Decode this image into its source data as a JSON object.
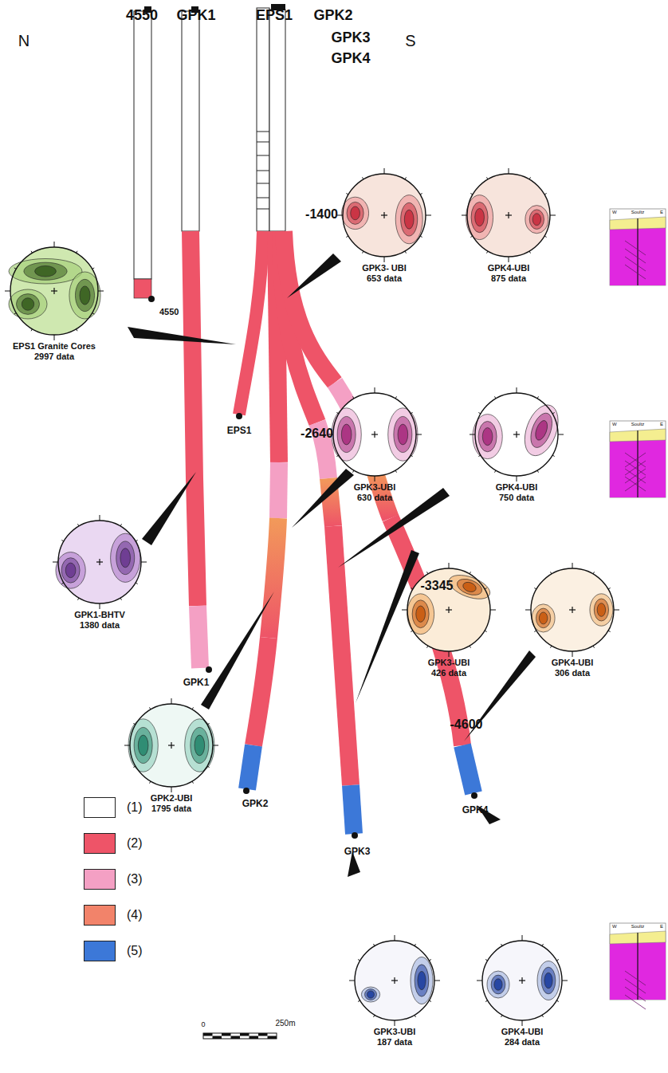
{
  "diagram": {
    "nodes": [
      {
        "text": [
          "EPS1 Granite Cores",
          "2997 data"
        ]
      },
      {
        "text": [
          "GPK3- UBI",
          "653 data"
        ]
      },
      {
        "text": [
          "GPK4-UBI",
          "875 data"
        ]
      },
      {
        "text": [
          "GPK3-UBI",
          "630 data"
        ]
      },
      {
        "text": [
          "GPK4-UBI",
          "750 data"
        ]
      },
      {
        "text": [
          "GPK1-BHTV",
          "1380 data"
        ]
      },
      {
        "text": [
          "GPK3-UBI",
          "426 data"
        ]
      },
      {
        "text": [
          "GPK4-UBI",
          "306 data"
        ]
      },
      {
        "text": [
          "GPK2-UBI",
          "1795 data"
        ]
      },
      {
        "text": [
          "GPK3-UBI",
          "187 data"
        ]
      },
      {
        "text": [
          "GPK4-UBI",
          "284 data"
        ]
      }
    ],
    "labels": [
      "4550",
      "GPK1",
      "EPS1",
      "GPK2",
      "GPK3",
      "GPK4",
      "N",
      "S",
      "-1400",
      "-2640",
      "-3345",
      "-4600",
      "4550",
      "EPS1",
      "GPK1",
      "GPK2",
      "GPK3",
      "GPK4",
      "0",
      "250m",
      "W",
      "Soultz",
      "E",
      "W",
      "Soultz",
      "E",
      "W",
      "Soultz",
      "E"
    ],
    "legend": [
      {
        "text": "(1)",
        "color": "#ffffff"
      },
      {
        "text": "(2)",
        "color": "#ee5468"
      },
      {
        "text": "(3)",
        "color": "#f4a0c4"
      },
      {
        "text": "(4)",
        "color": "#f2836a"
      },
      {
        "text": "(5)",
        "color": "#3c78d8"
      }
    ]
  }
}
